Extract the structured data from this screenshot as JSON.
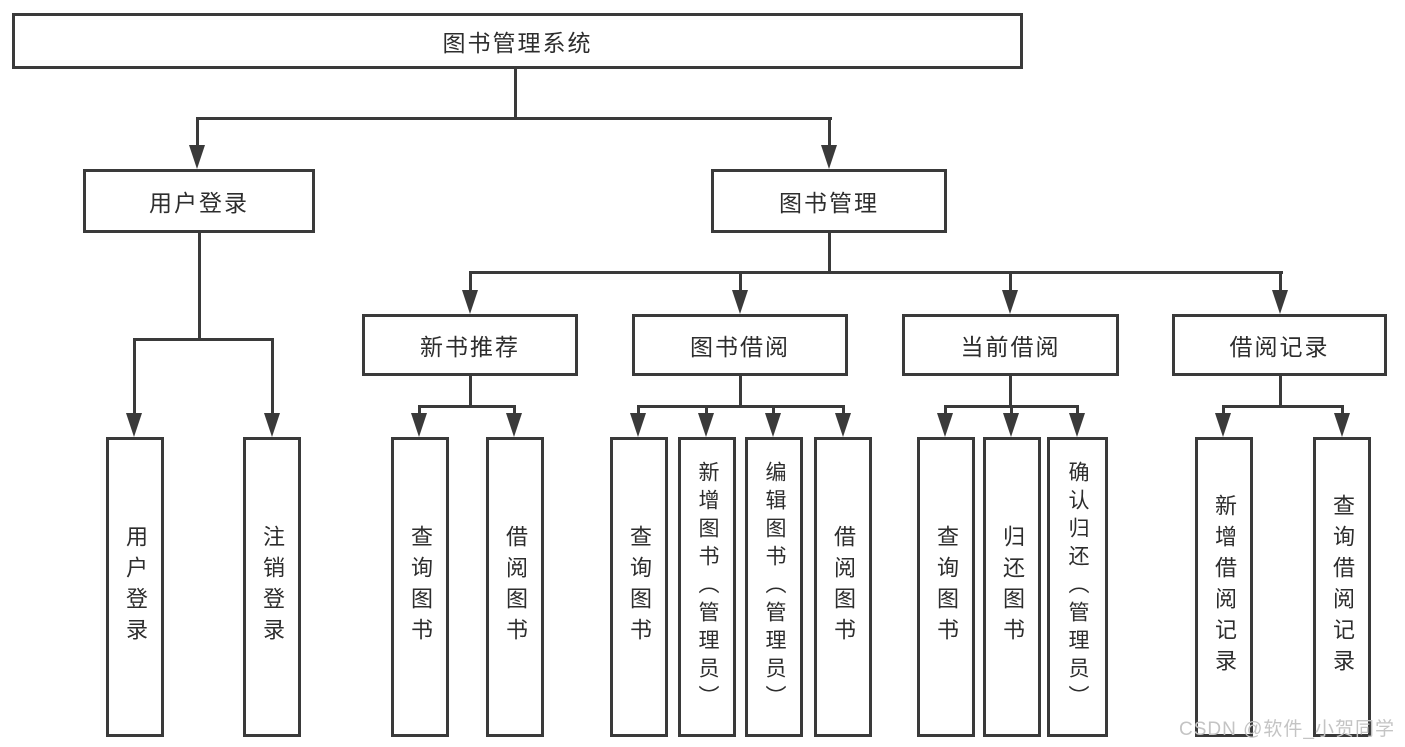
{
  "nodes": {
    "root": {
      "label": "图书管理系统"
    },
    "user_login": {
      "label": "用户登录"
    },
    "book_management": {
      "label": "图书管理"
    },
    "leaf_user_login": {
      "label": "用户登录"
    },
    "leaf_logout": {
      "label": "注销登录"
    },
    "new_book_recommend": {
      "label": "新书推荐"
    },
    "book_borrowing": {
      "label": "图书借阅"
    },
    "current_borrowing": {
      "label": "当前借阅"
    },
    "borrowing_records": {
      "label": "借阅记录"
    },
    "nbr_query_books": {
      "label": "查询图书"
    },
    "nbr_borrow_books": {
      "label": "借阅图书"
    },
    "bb_query_books": {
      "label": "查询图书"
    },
    "bb_add_books": {
      "label": "新增图书（管理员）"
    },
    "bb_edit_books": {
      "label": "编辑图书（管理员）"
    },
    "bb_borrow_books": {
      "label": "借阅图书"
    },
    "cb_query_books": {
      "label": "查询图书"
    },
    "cb_return_books": {
      "label": "归还图书"
    },
    "cb_confirm_return": {
      "label": "确认归还（管理员）"
    },
    "br_add_record": {
      "label": "新增借阅记录"
    },
    "br_query_record": {
      "label": "查询借阅记录"
    }
  },
  "hierarchy": {
    "图书管理系统": {
      "用户登录": [
        "用户登录",
        "注销登录"
      ],
      "图书管理": {
        "新书推荐": [
          "查询图书",
          "借阅图书"
        ],
        "图书借阅": [
          "查询图书",
          "新增图书（管理员）",
          "编辑图书（管理员）",
          "借阅图书"
        ],
        "当前借阅": [
          "查询图书",
          "归还图书",
          "确认归还（管理员）"
        ],
        "借阅记录": [
          "新增借阅记录",
          "查询借阅记录"
        ]
      }
    }
  },
  "watermark": {
    "text": "CSDN @软件_小贺同学"
  },
  "colors": {
    "line": "#3a3a3a",
    "text": "#2d2d2d",
    "box_fill": "#ffffff",
    "background": "#ffffff",
    "watermark": "#c4c4c4"
  }
}
